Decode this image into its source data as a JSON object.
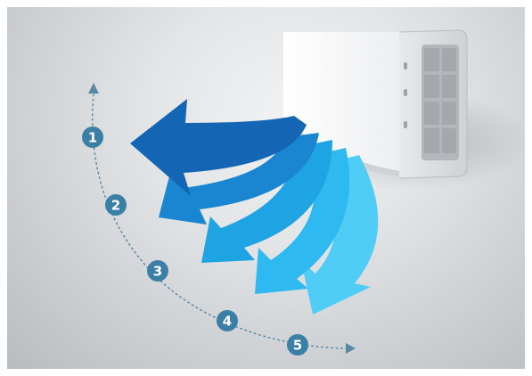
{
  "steps": [
    {
      "label": "1"
    },
    {
      "label": "2"
    },
    {
      "label": "3"
    },
    {
      "label": "4"
    },
    {
      "label": "5"
    }
  ],
  "colors": {
    "badge": "#3b7ea6",
    "path_dots": "#5b87a6",
    "airflow": [
      "#1565b5",
      "#1a86d1",
      "#1ea3e3",
      "#2ebaf0",
      "#4fcdf6"
    ],
    "unit_body": "#fafafa",
    "background": "#d8dadc"
  },
  "icons": {
    "direction_arrow": "triangle-arrow",
    "airflow_arrow": "curved-arrow",
    "unit": "air-conditioner"
  }
}
